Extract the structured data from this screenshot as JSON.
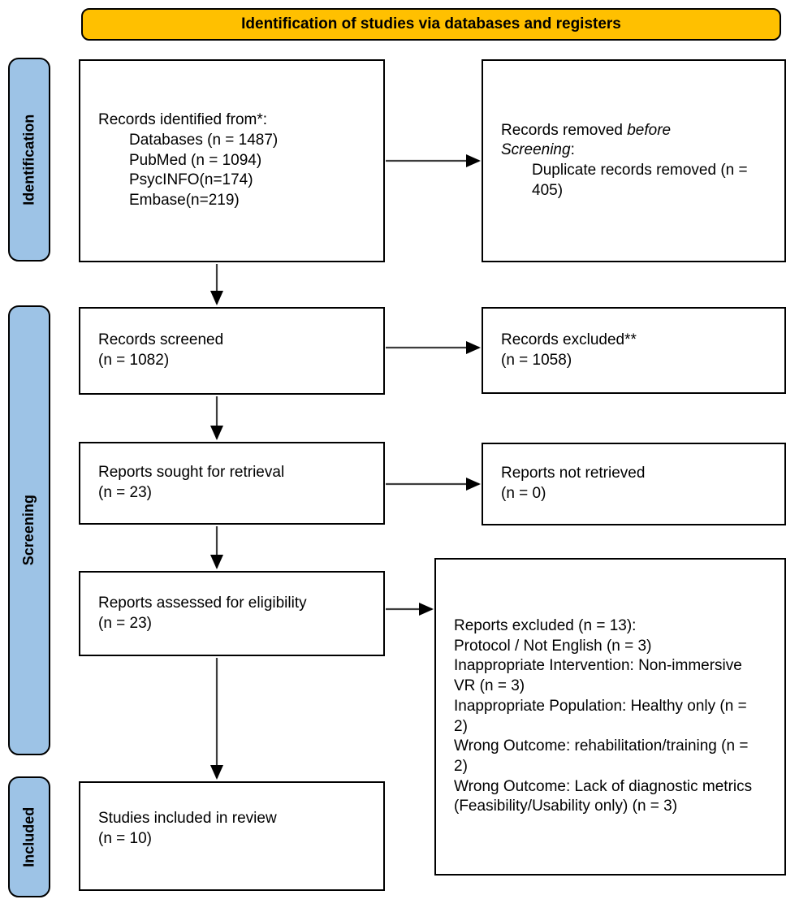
{
  "colors": {
    "header_bg": "#FFC000",
    "sidebar_bg": "#9DC3E6",
    "box_border": "#000000",
    "box_bg": "#FFFFFF"
  },
  "header": {
    "title": "Identification of studies via databases and registers"
  },
  "sidebars": [
    {
      "label": "Identification"
    },
    {
      "label": "Screening"
    },
    {
      "label": "Included"
    }
  ],
  "flow": {
    "records_identified": {
      "title": "Records identified from*:",
      "items": [
        "Databases (n = 1487)",
        "PubMed (n = 1094)",
        "PsycINFO(n=174)",
        "Embase(n=219)"
      ]
    },
    "records_removed": {
      "prefix": "Records removed ",
      "italic_line1": "before",
      "italic_line2": "Screening",
      "suffix": ":",
      "item": "Duplicate records removed (n = 405)"
    },
    "records_screened": {
      "line1": "Records screened",
      "line2": "(n = 1082)"
    },
    "records_excluded": {
      "line1": "Records excluded**",
      "line2": "(n = 1058)"
    },
    "reports_sought": {
      "line1": "Reports sought for retrieval",
      "line2": "(n = 23)"
    },
    "reports_not_retrieved": {
      "line1": "Reports not retrieved",
      "line2": "(n = 0)"
    },
    "reports_assessed": {
      "line1": "Reports assessed for eligibility",
      "line2": "(n = 23)"
    },
    "reports_excluded": {
      "lines": [
        "Reports excluded (n = 13):",
        "Protocol / Not English (n = 3)",
        "Inappropriate Intervention: Non-immersive VR (n = 3)",
        "Inappropriate Population: Healthy only (n = 2)",
        "Wrong Outcome: rehabilitation/training (n = 2)",
        "Wrong Outcome: Lack of diagnostic metrics (Feasibility/Usability only) (n = 3)"
      ]
    },
    "studies_included": {
      "line1": "Studies included in review",
      "line2": "(n = 10)"
    }
  }
}
